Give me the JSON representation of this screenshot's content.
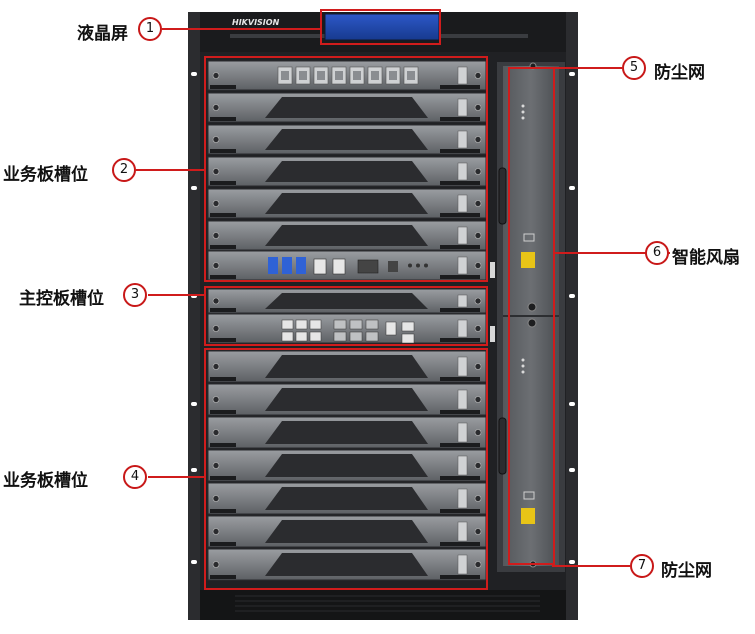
{
  "brand": "HIKVISION",
  "callouts": {
    "c1": {
      "num": "1",
      "label": "液晶屏"
    },
    "c2": {
      "num": "2",
      "label": "业务板槽位"
    },
    "c3": {
      "num": "3",
      "label": "主控板槽位"
    },
    "c4": {
      "num": "4",
      "label": "业务板槽位"
    },
    "c5": {
      "num": "5",
      "label": "防尘网"
    },
    "c6": {
      "num": "6",
      "label": "智能风扇"
    },
    "c7": {
      "num": "7",
      "label": "防尘网"
    }
  },
  "colors": {
    "chassis": "#202124",
    "rack_ear": "#2b2c2f",
    "card": "#7d8084",
    "highlight": "#d01c1c",
    "lcd": "#1f3e9a"
  }
}
